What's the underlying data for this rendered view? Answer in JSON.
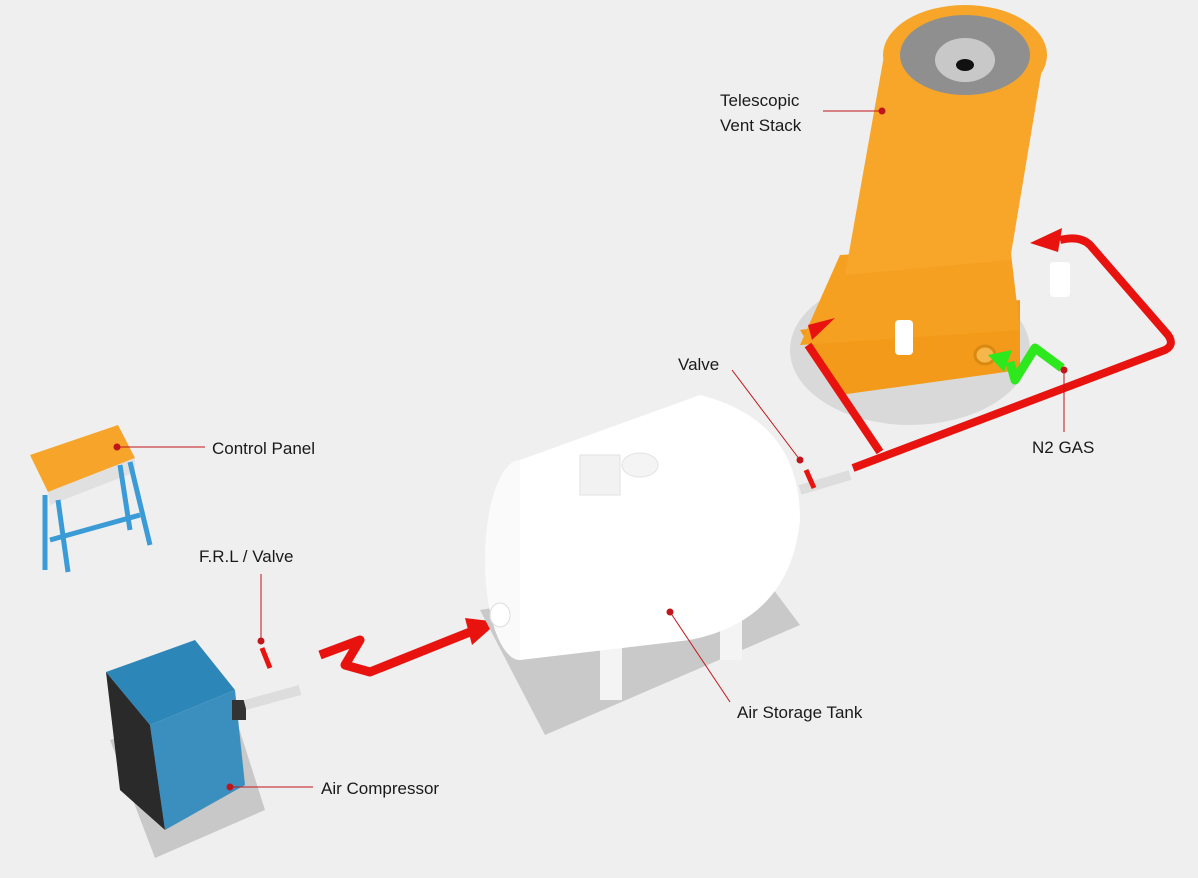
{
  "labels": {
    "vent_stack_line1": "Telescopic",
    "vent_stack_line2": "Vent Stack",
    "valve": "Valve",
    "n2_gas": "N2 GAS",
    "control_panel": "Control Panel",
    "frl_valve": "F.R.L / Valve",
    "air_storage_tank": "Air Storage Tank",
    "air_compressor": "Air Compressor"
  },
  "colors": {
    "background": "#efefef",
    "pipe_air": "#e8130f",
    "pipe_n2": "#2ee81e",
    "vent_stack": "#f5a020",
    "compressor": "#2f8fbf",
    "panel_top": "#f6a52a",
    "panel_frame": "#3a9bd6",
    "leader": "#c0161b"
  }
}
